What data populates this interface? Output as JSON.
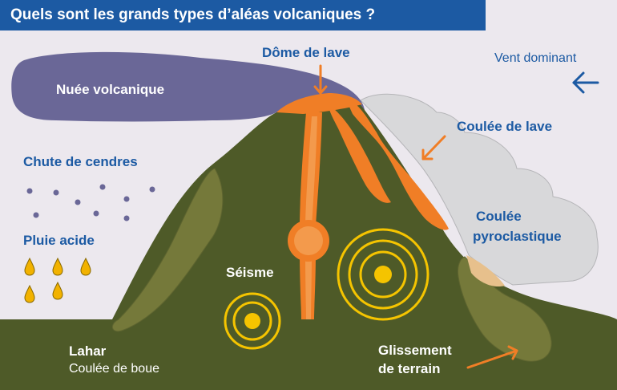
{
  "title": "Quels sont les grands types d’aléas volcaniques ?",
  "labels": {
    "dome": "Dôme de lave",
    "wind": "Vent dominant",
    "nuee": "Nuée volcanique",
    "lava_flow": "Coulée de lave",
    "ash_fall": "Chute de cendres",
    "acid_rain": "Pluie acide",
    "pyroclastic_1": "Coulée",
    "pyroclastic_2": "pyroclastique",
    "seisme": "Séisme",
    "lahar": "Lahar",
    "mudflow": "Coulée de boue",
    "landslide_1": "Glissement",
    "landslide_2": "de terrain"
  },
  "colors": {
    "title_bg": "#1c5aa3",
    "label_blue": "#1c5aa3",
    "background": "#ece8ee",
    "volcano": "#4e5a28",
    "ground": "#4e5a28",
    "lahar": "#75793a",
    "lava": "#f07e26",
    "lava_core": "#f39a4c",
    "nuee": "#6a6797",
    "pyroclastic": "#d8d8da",
    "ash_dots": "#6a6797",
    "acid_drops": "#f2b200",
    "seismic": "#f5c400"
  },
  "icons": {
    "wind": "arrow-left-icon",
    "ash": "dot-icon",
    "rain": "drop-icon",
    "quake": "concentric-circles-icon"
  }
}
